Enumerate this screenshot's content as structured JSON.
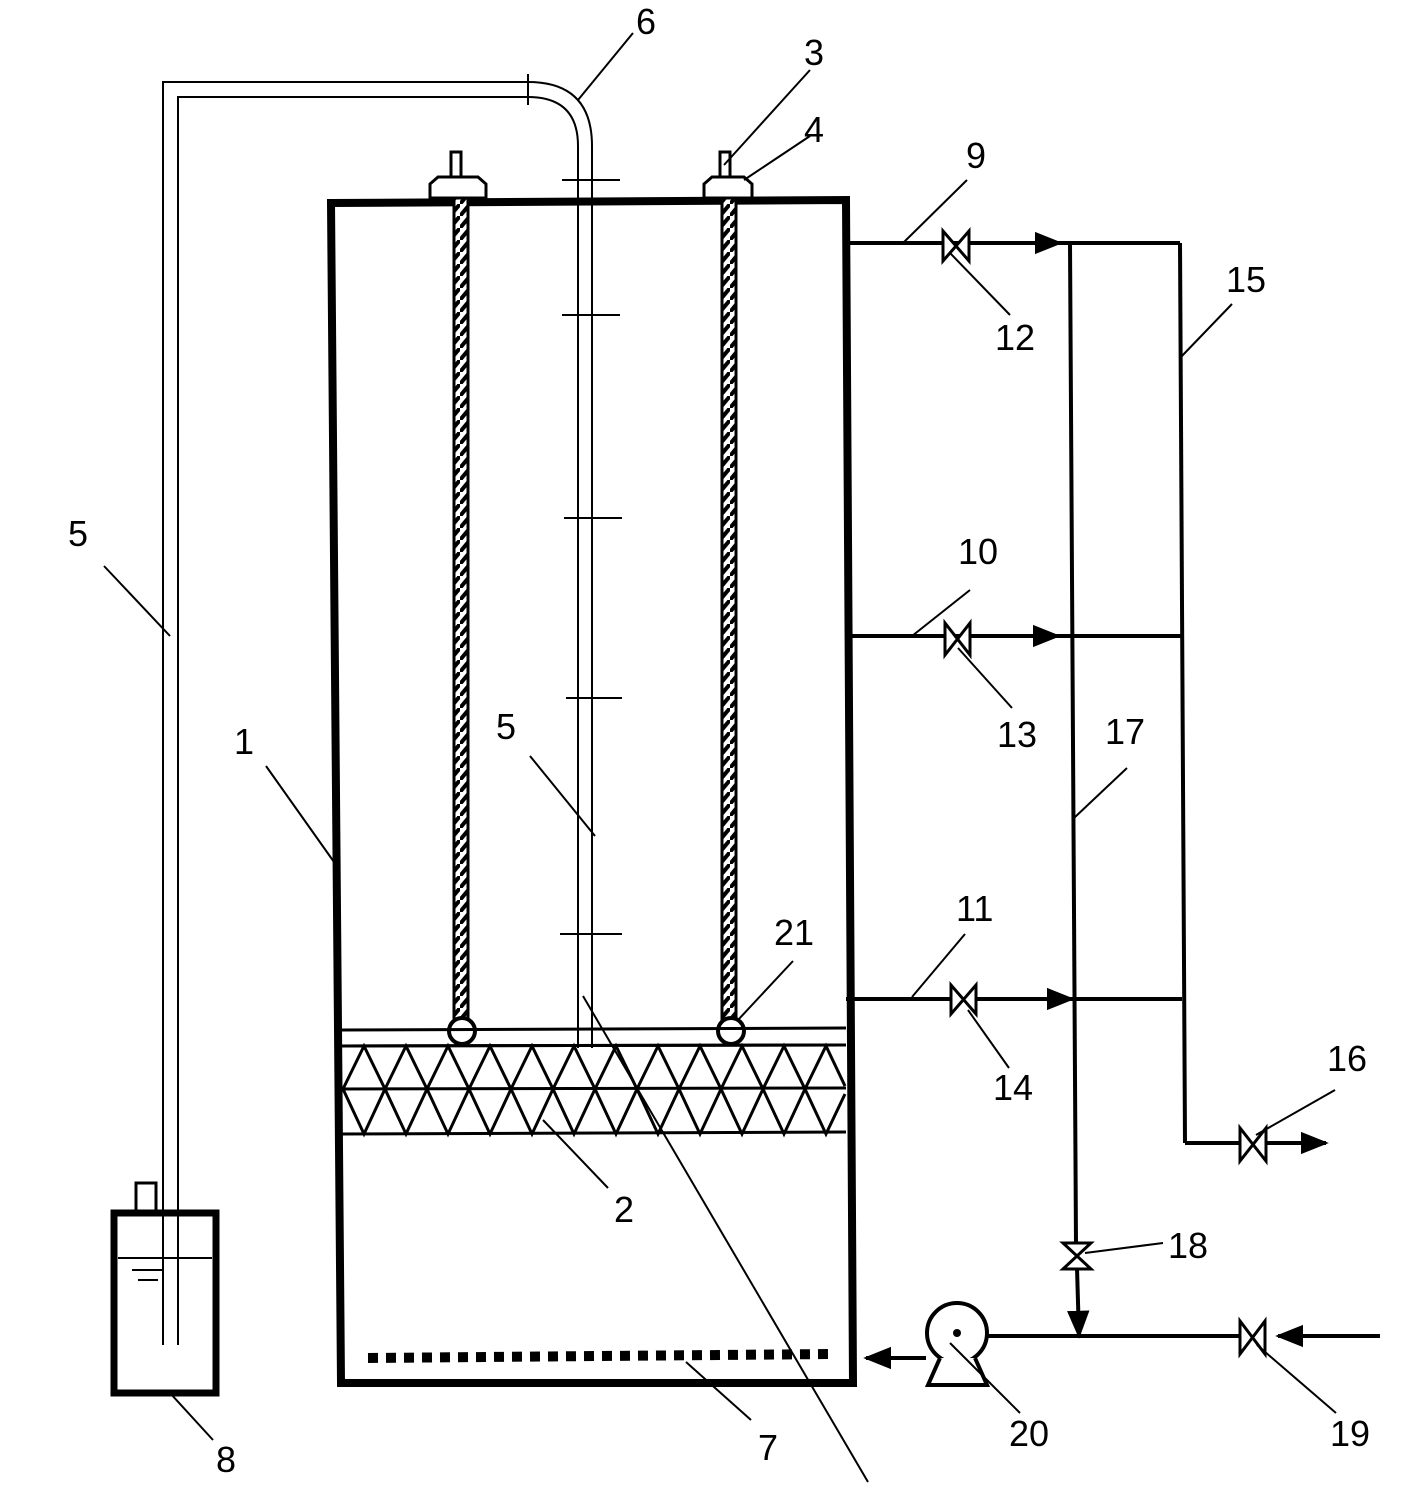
{
  "labels": {
    "l1": "1",
    "l2": "2",
    "l3": "3",
    "l4": "4",
    "l5a": "5",
    "l5b": "5",
    "l6": "6",
    "l7": "7",
    "l8": "8",
    "l9": "9",
    "l10": "10",
    "l11": "11",
    "l12": "12",
    "l13": "13",
    "l14": "14",
    "l15": "15",
    "l16": "16",
    "l17": "17",
    "l18": "18",
    "l19": "19",
    "l20": "20",
    "l21": "21"
  },
  "colors": {
    "stroke": "#000000",
    "background": "#ffffff"
  }
}
